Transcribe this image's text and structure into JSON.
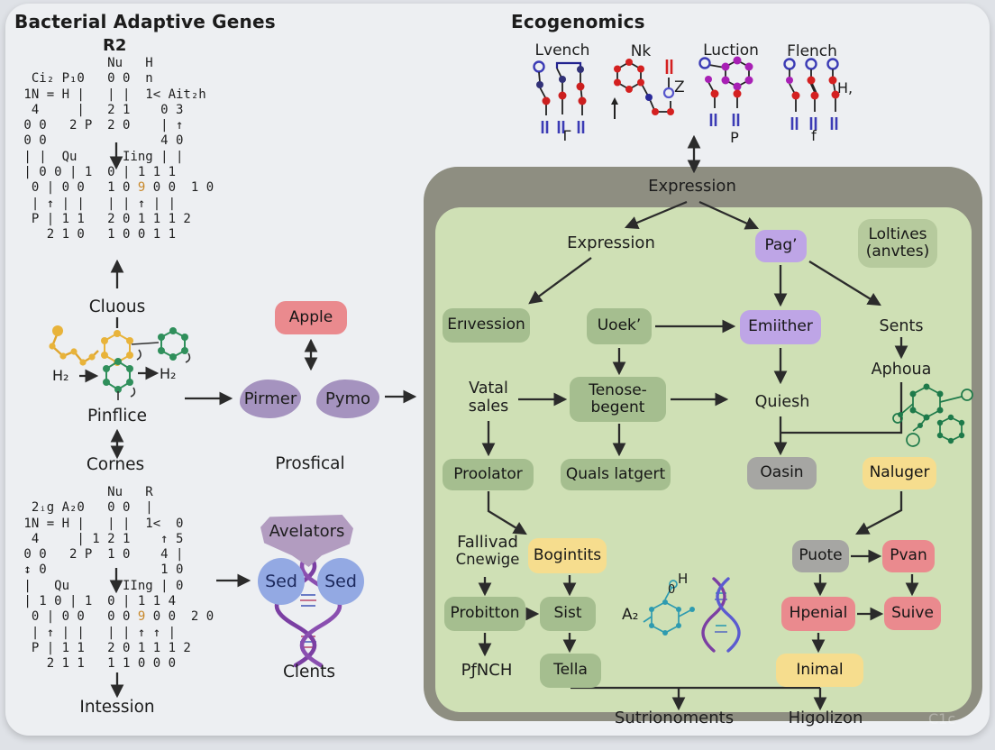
{
  "left_section": {
    "title": "Bacterial Adaptive Genes",
    "r2_label": "R2",
    "alignment_top": [
      "            Nu   H",
      "  Ci₂ P₁0   0 0  n",
      " 1N = H |   | |  1< Ait₂h",
      "  4     |   2 1    0 3",
      " 0 0   2 P  2 0    | ↑",
      " 0 0               4 0",
      " | |  Qu      Iing | |",
      " | 0 0 | 1  0 | 1 1 1",
      "  0 | 0 0   1 0 9 0 0  1 0",
      "  | ↑ | |   | | ↑ | |",
      "  P | 1 1   2 0 1 1 1 2",
      "    2 1 0   1 0 0 1 1"
    ],
    "cluous_label": "Cluous",
    "h2_left": "H₂",
    "h2_right": "H₂",
    "pinflice_label": "Pinflice",
    "cornes_label": "Cornes",
    "alignment_bottom": [
      "            Nu   R",
      "  2ᵢg A₂0   0 0  |",
      " 1N = H |   | |  1<  0",
      "  4     | 1 2 1    ↑ 5",
      " 0 0   2 P  1 0    4 |",
      " ↕ 0               1 0",
      " |   Qu       IIng | 0",
      " | 1 0 | 1  0 | 1 1 4",
      "  0 | 0 0   0 0 9 0 0  2 0",
      "  | ↑ | |   | | ↑ ↑ |",
      "  P | 1 1   2 0 1 1 1 2",
      "    2 1 1   1 1 0 0 0"
    ],
    "intession_label": "Intession"
  },
  "middle_section": {
    "apple": "Apple",
    "pirmer": "Pirmer",
    "pymo": "Pymo",
    "prosfical": "Prosfical",
    "avelators": "Avelators",
    "sed_left": "Sed",
    "sed_right": "Sed",
    "clents": "Clents"
  },
  "eco_section": {
    "title": "Ecogenomics",
    "lvench": "Lvench",
    "lvench_sub": "Γ",
    "nk": "Nk",
    "nk_side": "Z",
    "luction": "Luction",
    "luction_sub": "P",
    "flench": "Flench",
    "flench_side": "H,",
    "flench_sub": "f"
  },
  "panel": {
    "header": "Expression",
    "expression_inner": "Expression",
    "pag": "Pag’",
    "loltives_line1": "Loltiʌes",
    "loltives_line2": "(anvtes)",
    "ervession": "Erıvession",
    "uoek": "Uoek’",
    "emiither": "Emiither",
    "sents": "Sents",
    "vatal_line1": "Vatal",
    "vatal_line2": "sales",
    "tenose_line1": "Tenose-",
    "tenose_line2": "begent",
    "quiesh": "Quiesh",
    "aphoua": "Aphoua",
    "proolator": "Proolator",
    "quals": "Quals latgert",
    "oasin": "Oasin",
    "naluger": "Naluger",
    "fallivad_line1": "Fallivad",
    "fallivad_line2": "Cnewige",
    "bogintits": "Bogintits",
    "probitton": "Probitton",
    "sist": "Sist",
    "a2": "A₂",
    "mol_h": "H",
    "mol_o": "0",
    "pfnch": "PƒNCH",
    "tella": "Tella",
    "puote": "Puote",
    "pvan": "Pvan",
    "hpenial": "Hpenial",
    "suive": "Suive",
    "inimal": "Inimal",
    "sutrionoments": "Sutrionoments",
    "higolizon": "Higolizon"
  },
  "watermark": "C1c"
}
